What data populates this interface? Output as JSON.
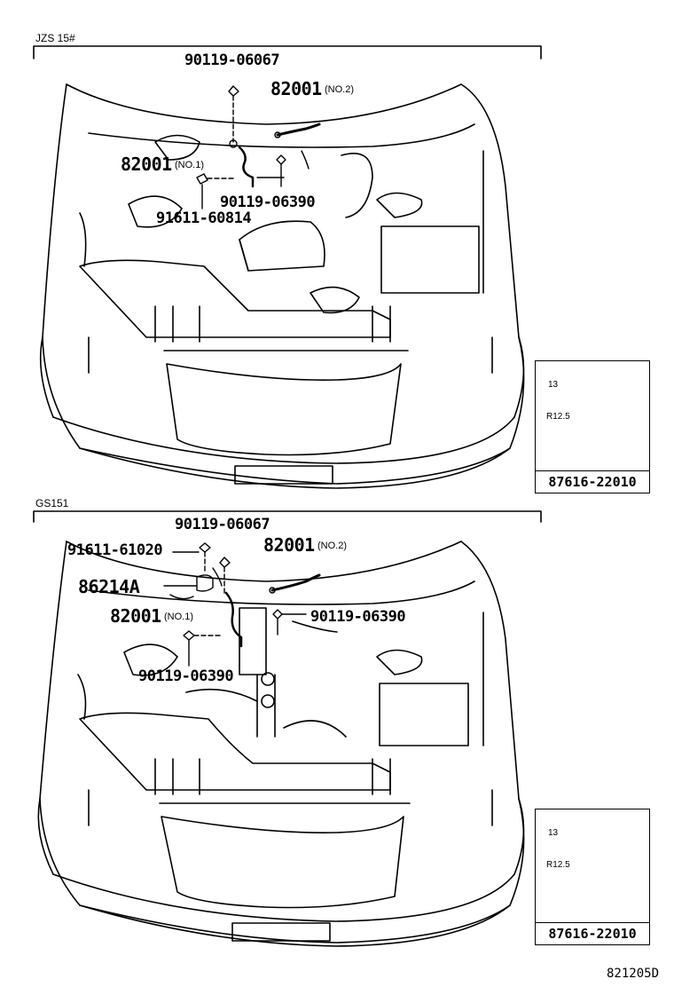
{
  "sections": [
    {
      "label": "JZS 15#",
      "labels": {
        "bolt_top": "90119-06067",
        "cable_no2": "82001",
        "cable_no2_sub": "(NO.2)",
        "cable_no1": "82001",
        "cable_no1_sub": "(NO.1)",
        "bolt_mid": "90119-06390",
        "bolt_side": "91611-60814"
      },
      "inset": {
        "dim_height": "13",
        "dim_radius": "R12.5",
        "part_number": "87616-22010"
      }
    },
    {
      "label": "GS151",
      "labels": {
        "bolt_top": "90119-06067",
        "bolt_side": "91611-61020",
        "cable_no2": "82001",
        "cable_no2_sub": "(NO.2)",
        "bracket": "86214A",
        "cable_no1": "82001",
        "cable_no1_sub": "(NO.1)",
        "bolt_mid_right": "90119-06390",
        "bolt_mid_left": "90119-06390"
      },
      "inset": {
        "dim_height": "13",
        "dim_radius": "R12.5",
        "part_number": "87616-22010"
      }
    }
  ],
  "catalog_number": "821205D"
}
